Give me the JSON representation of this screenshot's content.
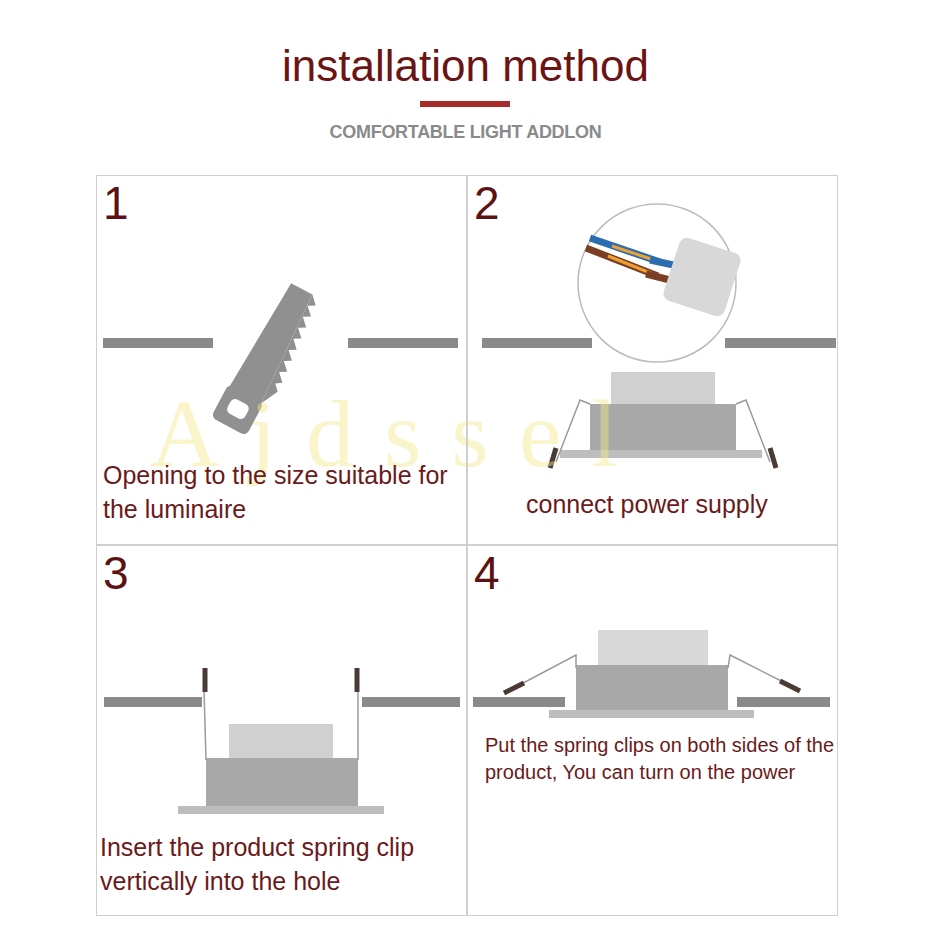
{
  "diagram": {
    "title": "installation method",
    "nodes": [
      {
        "text": [
          "1",
          "Opening to the size suitable for the luminaire"
        ]
      },
      {
        "text": [
          "2",
          "connect power supply"
        ]
      },
      {
        "text": [
          "3",
          "Insert the product spring clip vertically into the hole"
        ]
      },
      {
        "text": [
          "4",
          "Put the spring clips on both sides of the product, You can turn on the power"
        ]
      }
    ],
    "edges": [],
    "labels": [
      "COMFORTABLE LIGHT ADDLON",
      "Ajdssel"
    ]
  }
}
